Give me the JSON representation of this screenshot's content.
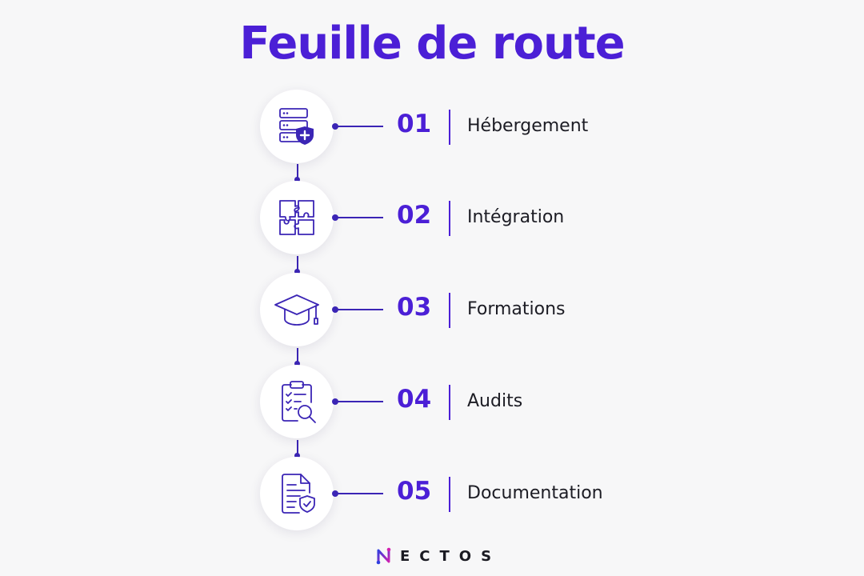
{
  "title": "Feuille de route",
  "steps": [
    {
      "number": "01",
      "label": "Hébergement",
      "icon": "server-shield-icon"
    },
    {
      "number": "02",
      "label": "Intégration",
      "icon": "puzzle-icon"
    },
    {
      "number": "03",
      "label": "Formations",
      "icon": "graduation-cap-icon"
    },
    {
      "number": "04",
      "label": "Audits",
      "icon": "clipboard-search-icon"
    },
    {
      "number": "05",
      "label": "Documentation",
      "icon": "document-shield-icon"
    }
  ],
  "logo": {
    "text": "ECTOS",
    "icon": "nectos-n-logo-icon"
  },
  "colors": {
    "accent": "#4b1fd6",
    "line": "#3b25b5",
    "text": "#1c1c24",
    "background": "#f7f7f8"
  }
}
